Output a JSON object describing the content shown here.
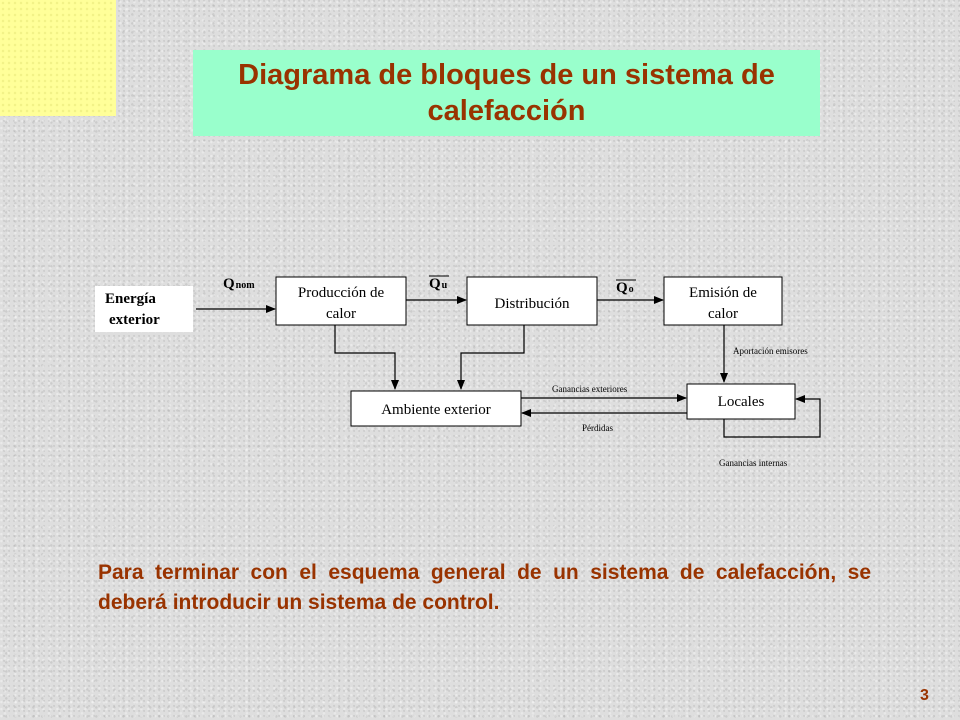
{
  "slide": {
    "title": "Diagrama de bloques de un sistema de calefacción",
    "body": "Para terminar con el esquema general de un sistema de calefacción, se deberá introducir un sistema de control.",
    "page_number": "3"
  },
  "diagram": {
    "input": {
      "line1": "Energía",
      "line2": "exterior"
    },
    "flows": {
      "q_nom": {
        "main": "Q",
        "sub": "nom"
      },
      "q_u": {
        "main": "Q",
        "sub": "u"
      },
      "q_o": {
        "main": "Q",
        "sub": "o"
      }
    },
    "blocks": {
      "produccion": {
        "line1": "Producción de",
        "line2": "calor"
      },
      "distribucion": "Distribución",
      "emision": {
        "line1": "Emisión de",
        "line2": "calor"
      },
      "ambiente": "Ambiente exterior",
      "locales": "Locales"
    },
    "edges": {
      "aportacion": "Aportación emisores",
      "ganancias_exteriores": "Ganancias exteriores",
      "perdidas": "Pérdidas",
      "ganancias_internas": "Ganancias internas"
    }
  },
  "colors": {
    "title_bg": "#99ffcc",
    "text_accent": "#993300",
    "corner": "#ffff99"
  }
}
